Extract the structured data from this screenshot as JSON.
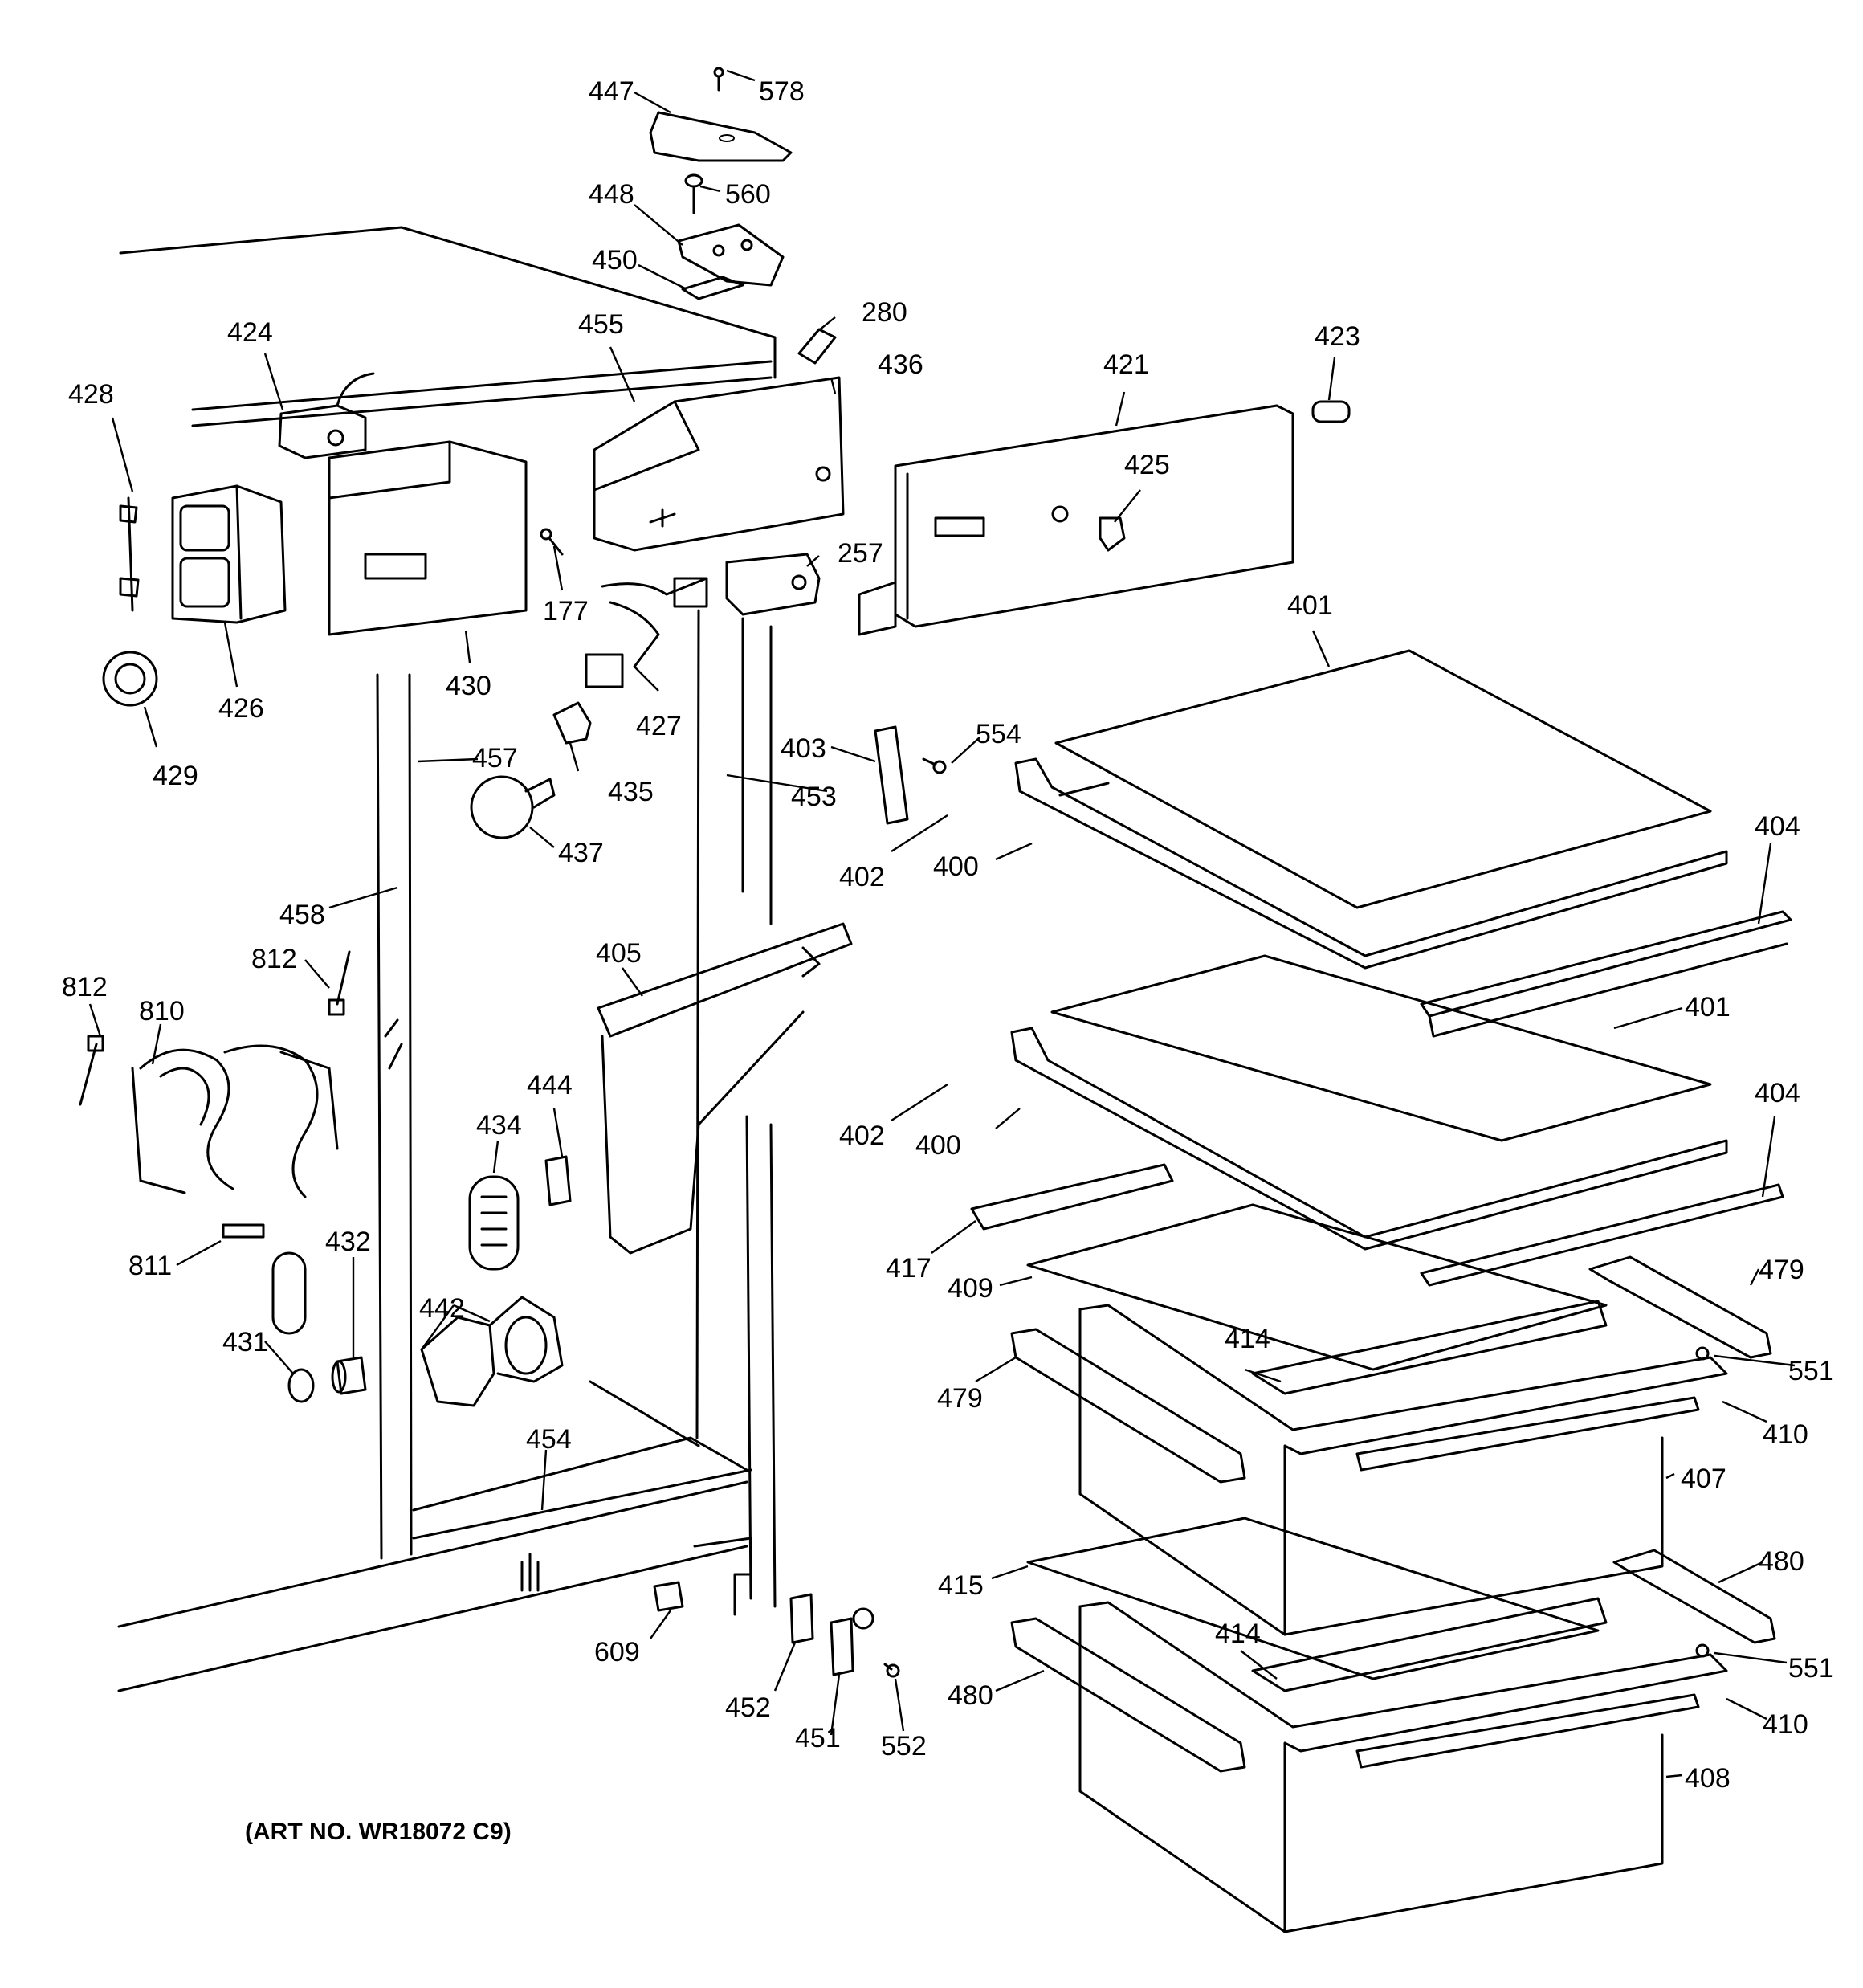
{
  "art_note": "(ART NO. WR18072 C9)",
  "callouts": [
    {
      "id": "447",
      "text": "447"
    },
    {
      "id": "578",
      "text": "578"
    },
    {
      "id": "448",
      "text": "448"
    },
    {
      "id": "560",
      "text": "560"
    },
    {
      "id": "450",
      "text": "450"
    },
    {
      "id": "280",
      "text": "280"
    },
    {
      "id": "455",
      "text": "455"
    },
    {
      "id": "436",
      "text": "436"
    },
    {
      "id": "421",
      "text": "421"
    },
    {
      "id": "423",
      "text": "423"
    },
    {
      "id": "424",
      "text": "424"
    },
    {
      "id": "428",
      "text": "428"
    },
    {
      "id": "425",
      "text": "425"
    },
    {
      "id": "257",
      "text": "257"
    },
    {
      "id": "177",
      "text": "177"
    },
    {
      "id": "430",
      "text": "430"
    },
    {
      "id": "426",
      "text": "426"
    },
    {
      "id": "427",
      "text": "427"
    },
    {
      "id": "401",
      "text": "401"
    },
    {
      "id": "429",
      "text": "429"
    },
    {
      "id": "457",
      "text": "457"
    },
    {
      "id": "435",
      "text": "435"
    },
    {
      "id": "403",
      "text": "403"
    },
    {
      "id": "554",
      "text": "554"
    },
    {
      "id": "453",
      "text": "453"
    },
    {
      "id": "437",
      "text": "437"
    },
    {
      "id": "402",
      "text": "402"
    },
    {
      "id": "400",
      "text": "400"
    },
    {
      "id": "404",
      "text": "404"
    },
    {
      "id": "458",
      "text": "458"
    },
    {
      "id": "812",
      "text": "812"
    },
    {
      "id": "405",
      "text": "405"
    },
    {
      "id": "812b",
      "text": "812"
    },
    {
      "id": "810",
      "text": "810"
    },
    {
      "id": "401b",
      "text": "401"
    },
    {
      "id": "444",
      "text": "444"
    },
    {
      "id": "434",
      "text": "434"
    },
    {
      "id": "402b",
      "text": "402"
    },
    {
      "id": "400b",
      "text": "400"
    },
    {
      "id": "404b",
      "text": "404"
    },
    {
      "id": "432",
      "text": "432"
    },
    {
      "id": "811",
      "text": "811"
    },
    {
      "id": "417",
      "text": "417"
    },
    {
      "id": "479",
      "text": "479"
    },
    {
      "id": "409",
      "text": "409"
    },
    {
      "id": "442",
      "text": "442"
    },
    {
      "id": "414",
      "text": "414"
    },
    {
      "id": "431",
      "text": "431"
    },
    {
      "id": "551",
      "text": "551"
    },
    {
      "id": "479b",
      "text": "479"
    },
    {
      "id": "410",
      "text": "410"
    },
    {
      "id": "454",
      "text": "454"
    },
    {
      "id": "407",
      "text": "407"
    },
    {
      "id": "480",
      "text": "480"
    },
    {
      "id": "415",
      "text": "415"
    },
    {
      "id": "609",
      "text": "609"
    },
    {
      "id": "414b",
      "text": "414"
    },
    {
      "id": "551b",
      "text": "551"
    },
    {
      "id": "452",
      "text": "452"
    },
    {
      "id": "480b",
      "text": "480"
    },
    {
      "id": "410b",
      "text": "410"
    },
    {
      "id": "451",
      "text": "451"
    },
    {
      "id": "552",
      "text": "552"
    },
    {
      "id": "408",
      "text": "408"
    }
  ]
}
